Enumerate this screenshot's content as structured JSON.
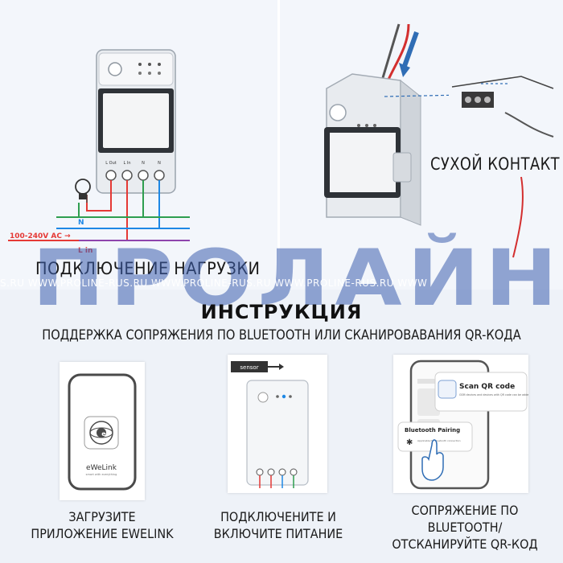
{
  "top": {
    "load_caption": "ПОДКЛЮЧЕНИЕ НАГРУЗКИ",
    "dry_contact_caption": "СУХОЙ КОНТАКТ",
    "voltage_label": "100-240V AC →",
    "n_label": "N",
    "l_label": "L in"
  },
  "device": {
    "terminal_labels": [
      "L Out",
      "L In",
      "N",
      "N"
    ]
  },
  "watermark": {
    "brand": "ПРОЛАЙН",
    "url_line": "S.RU   WWW.PROLINE-RUS.RU   WWW.PROLINE-RUS.RU   WWW.PROLINE-RUS.RU   WWW"
  },
  "instructions": {
    "title": "ИНСТРУКЦИЯ",
    "subtitle": "ПОДДЕРЖКА СОПРЯЖЕНИЯ ПО BLUETOOTH ИЛИ СКАНИРОВАВАНИЯ  QR-КОДА"
  },
  "steps": [
    {
      "lines": [
        "ЗАГРУЗИТЕ",
        "ПРИЛОЖЕНИЕ EWELINK"
      ]
    },
    {
      "lines": [
        "ПОДКЛЮЧЕНИТЕ И",
        "ВКЛЮЧИТЕ ПИТАНИЕ"
      ]
    },
    {
      "lines": [
        "СОПРЯЖЕНИЕ ПО",
        "BLUETOOTH/",
        "ОТСКАНИРУЙТЕ QR-КОД"
      ]
    }
  ],
  "app": {
    "name": "eWeLink",
    "tagline": "smart with everything"
  },
  "sensor_label": "sensor",
  "phone": {
    "scan_title": "Scan QR code",
    "scan_desc": "GSM devices and devices with QR code can be added in this mode.",
    "bt_title": "Bluetooth Pairing",
    "bt_desc": "Applicable for bluetooth connection"
  },
  "colors": {
    "wire_red": "#e53935",
    "wire_blue": "#1e88e5",
    "wire_green": "#2e9e4f",
    "wire_purple": "#8e44ad",
    "watermark_blue": "#3c5faf"
  }
}
